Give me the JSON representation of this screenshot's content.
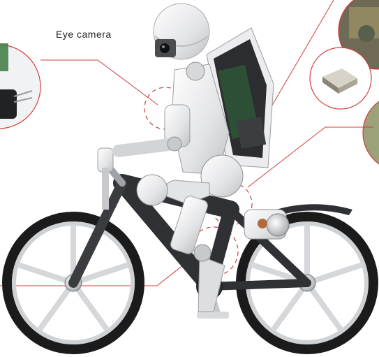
{
  "annotation": {
    "label": "Eye camera"
  },
  "colors": {
    "callout_line": "#d23c3c",
    "callout_circle": "#d23c3c",
    "frame_dark": "#2f3134",
    "robot_white": "#e9eaec",
    "robot_gray": "#c7c9cc",
    "tire": "#1b1b1c",
    "rim": "#cfd2d5",
    "circuit_green": "#2e6b3c"
  },
  "icons": [
    "eye-camera",
    "robot-head",
    "backpack-electronics",
    "bicycle",
    "gyro-sensor-chip"
  ]
}
